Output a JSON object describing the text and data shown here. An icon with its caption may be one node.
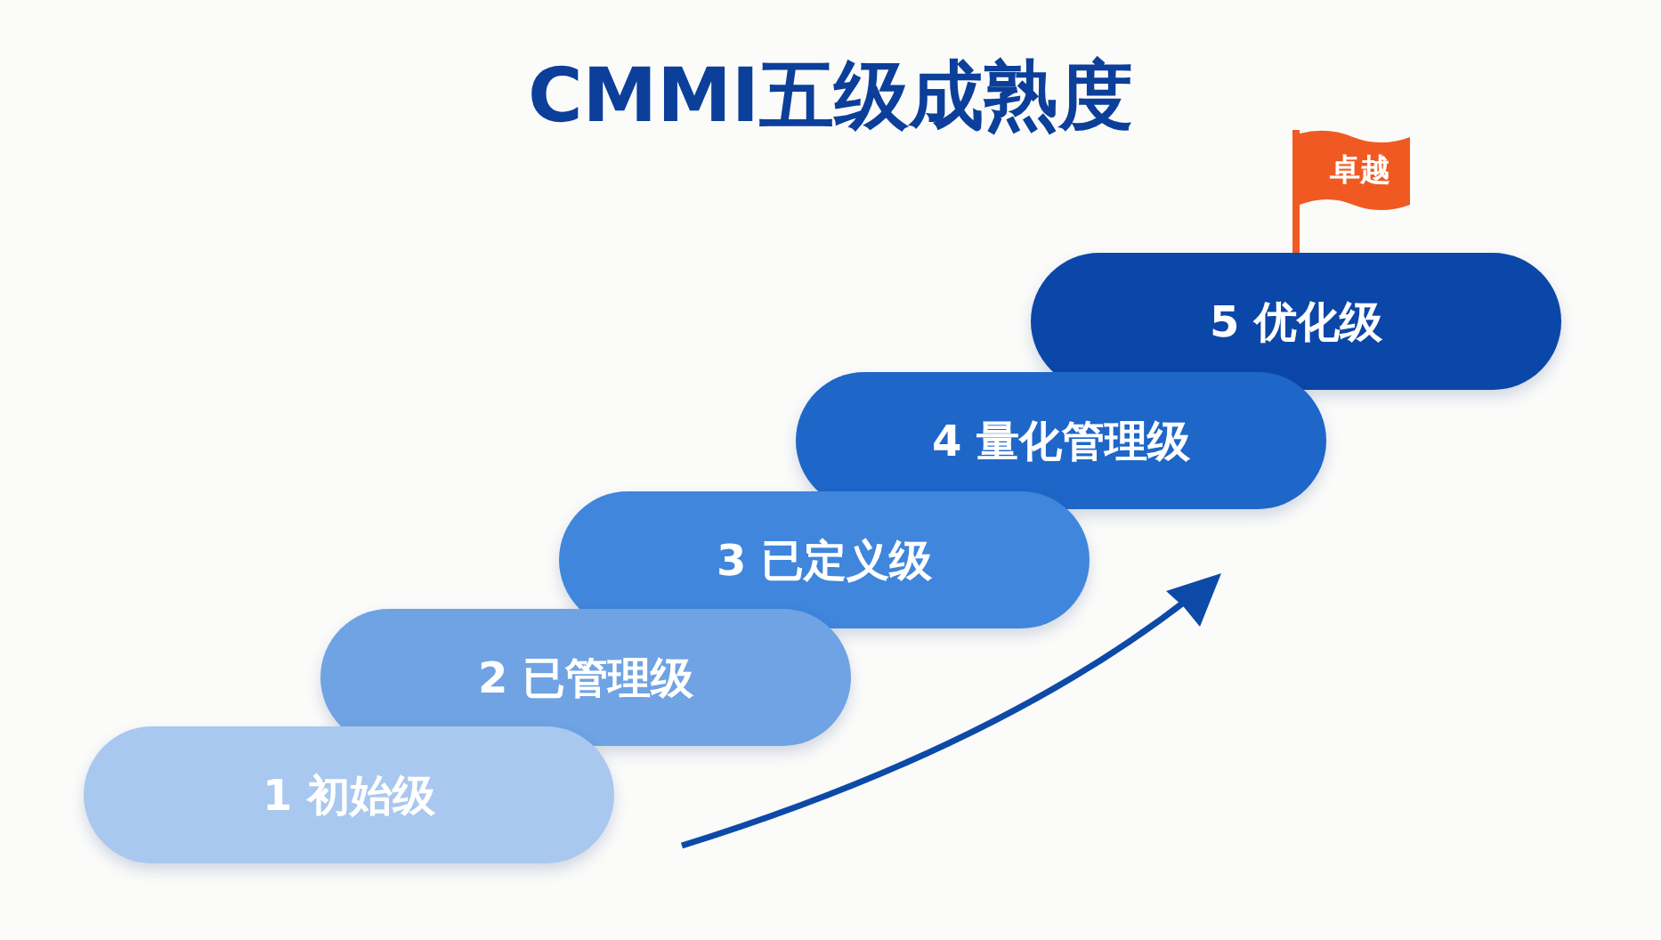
{
  "diagram": {
    "title": "CMMI五级成熟度",
    "nodes": [
      {
        "text": [
          "卓越"
        ]
      },
      {
        "text": [
          "5 优化级"
        ]
      },
      {
        "text": [
          "4 量化管理级"
        ]
      },
      {
        "text": [
          "3 已定义级"
        ]
      },
      {
        "text": [
          "2 已管理级"
        ]
      },
      {
        "text": [
          "1 初始级"
        ]
      }
    ],
    "edges": []
  }
}
